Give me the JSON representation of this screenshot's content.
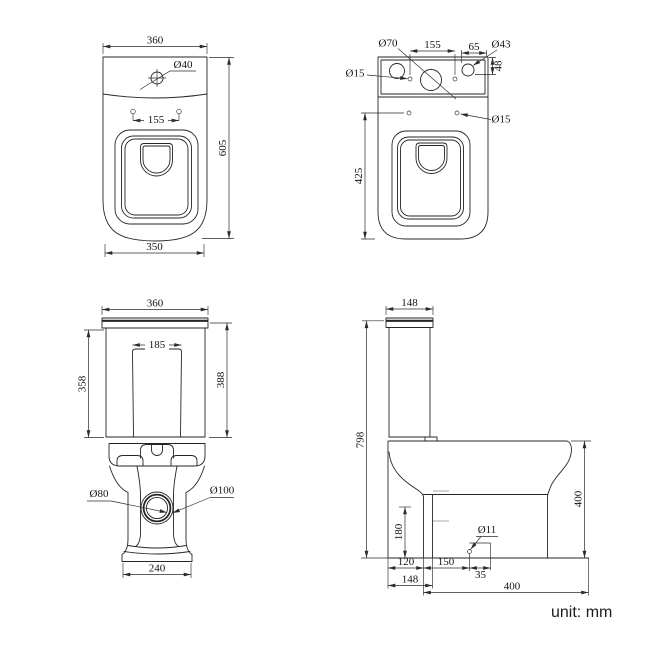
{
  "unit_label": "unit: mm",
  "views": {
    "top_left": {
      "dims": {
        "width_top": "360",
        "button_hole": "Ø40",
        "hinge_spacing": "155",
        "depth": "605",
        "width_bottom": "350"
      }
    },
    "top_right": {
      "dims": {
        "flush_hole": "Ø70",
        "tap_spacing": "155",
        "edge_offset": "65",
        "inlet_hole": "Ø43",
        "fixing_hole_left": "Ø15",
        "corner_offset": "48",
        "fixing_hole_right": "Ø15",
        "seat_depth": "425"
      }
    },
    "bottom_left": {
      "dims": {
        "tank_width": "360",
        "panel_width": "185",
        "tank_height": "358",
        "tank_height_with_lid": "388",
        "outlet_inner": "Ø80",
        "outlet_outer": "Ø100",
        "base_width": "240"
      }
    },
    "bottom_right": {
      "dims": {
        "tank_depth": "148",
        "total_height": "798",
        "rim_height": "400",
        "outlet_center_height": "180",
        "fixing_hole": "Ø11",
        "setout_back": "120",
        "setout_mid": "150",
        "setout_front": "35",
        "base_depth": "148",
        "bowl_depth": "400"
      }
    }
  }
}
